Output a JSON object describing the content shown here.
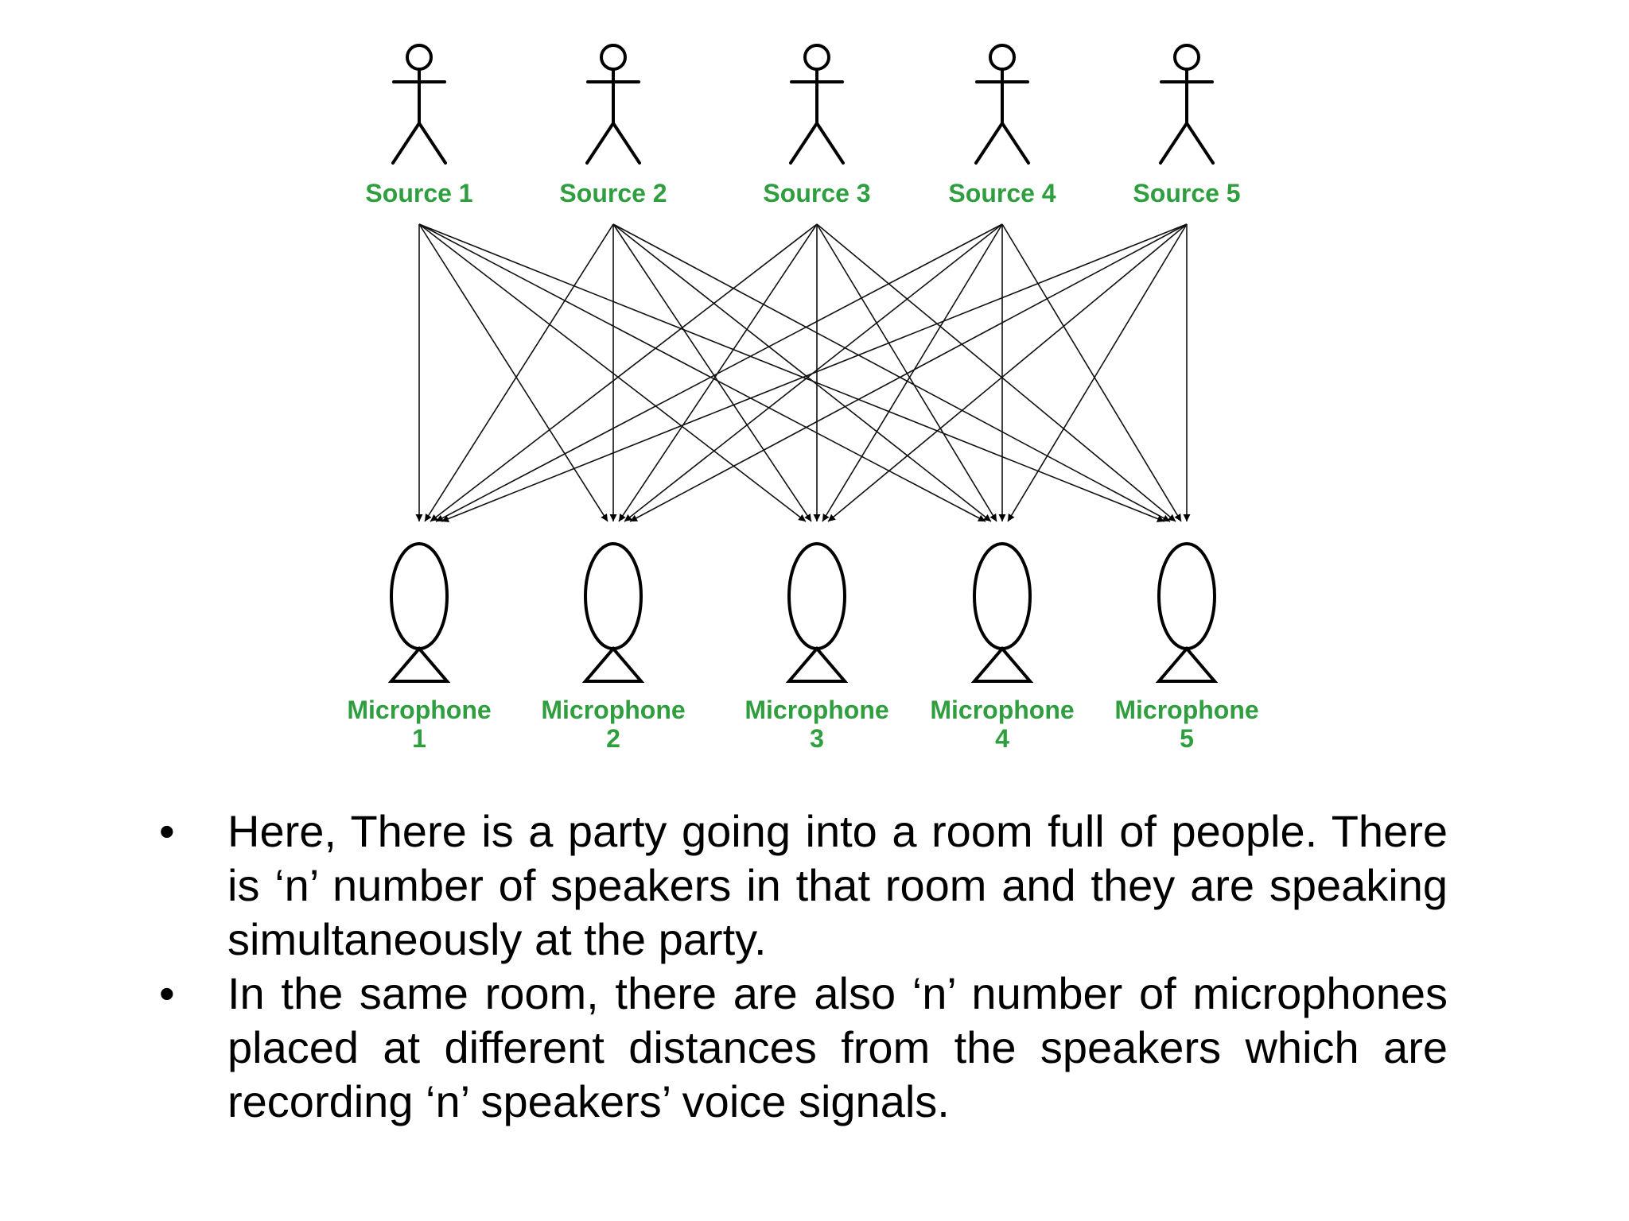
{
  "diagram": {
    "sources": [
      {
        "label": "Source 1"
      },
      {
        "label": "Source 2"
      },
      {
        "label": "Source 3"
      },
      {
        "label": "Source 4"
      },
      {
        "label": "Source 5"
      }
    ],
    "microphones": [
      {
        "label_line1": "Microphone",
        "label_line2": "1"
      },
      {
        "label_line1": "Microphone",
        "label_line2": "2"
      },
      {
        "label_line1": "Microphone",
        "label_line2": "3"
      },
      {
        "label_line1": "Microphone",
        "label_line2": "4"
      },
      {
        "label_line1": "Microphone",
        "label_line2": "5"
      }
    ],
    "label_color": "#2e9e3e"
  },
  "bullets": {
    "marker": "•",
    "items": [
      "Here, There is a party going into a room full of people. There is ‘n’ number of speakers in that room and they are speaking simultaneously at the party.",
      "In the same room, there are also ‘n’ number of microphones placed at different distances from the speakers which are recording ‘n’ speakers’ voice signals."
    ]
  }
}
